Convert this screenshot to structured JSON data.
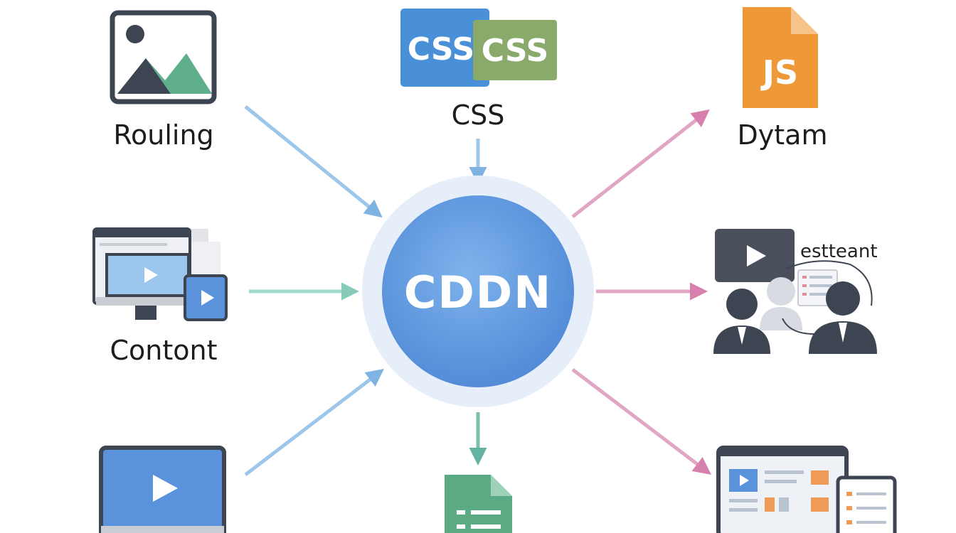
{
  "hub": {
    "label": "CDDN"
  },
  "nodes": {
    "routing": {
      "label": "Rouling"
    },
    "css": {
      "label": "CSS",
      "badge_back": "CSS",
      "badge_front": "CSS"
    },
    "dynamic": {
      "label": "Dytam",
      "badge": "JS"
    },
    "content": {
      "label": "Contont"
    },
    "assistant": {
      "label": "estteant"
    }
  },
  "colors": {
    "hub": "#5b95de",
    "hub_halo": "#e4eef9",
    "arrow_in": "#8cbde6",
    "arrow_in_mid": "#8fd0c2",
    "arrow_out": "#d98cb2",
    "arrow_down": "#6fb8a8",
    "css_blue": "#4a90d9",
    "css_green": "#8aaa6c",
    "js_orange": "#ee9838",
    "doc_green": "#5aaa84",
    "screen_blue": "#5a92dc",
    "dark": "#3d4452"
  }
}
